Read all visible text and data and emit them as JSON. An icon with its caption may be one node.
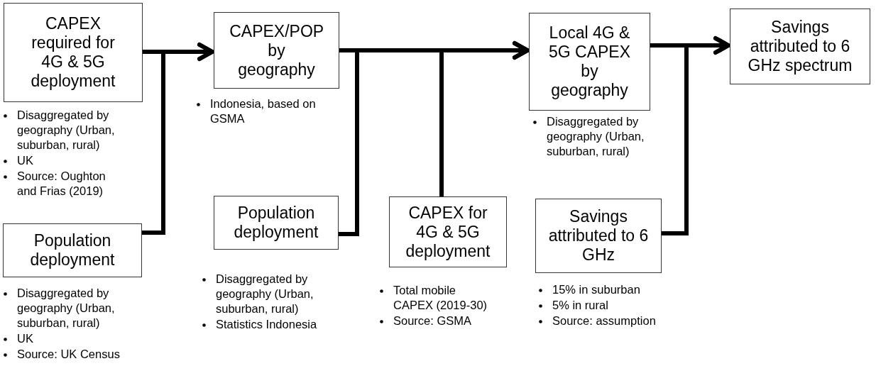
{
  "diagram": {
    "nodes": [
      {
        "text": [
          "CAPEX required for 4G & 5G deployment"
        ],
        "beside": [
          "Disaggregated by geography (Urban, suburban, rural)",
          "UK",
          "Source: Oughton and Frias (2019)"
        ]
      },
      {
        "text": [
          "Population deployment"
        ],
        "beside": [
          "Disaggregated by geography (Urban, suburban, rural)",
          "UK",
          "Source: UK Census"
        ]
      },
      {
        "text": [
          "CAPEX/POP by geography"
        ],
        "beside": [
          "Indonesia, based on GSMA"
        ]
      },
      {
        "text": [
          "Population deployment"
        ],
        "beside": [
          "Disaggregated by geography (Urban, suburban, rural)",
          "Statistics Indonesia"
        ]
      },
      {
        "text": [
          "CAPEX for 4G & 5G deployment"
        ],
        "beside": [
          "Total mobile CAPEX (2019-30)",
          "Source: GSMA"
        ]
      },
      {
        "text": [
          "Local 4G & 5G CAPEX by geography"
        ],
        "beside": [
          "Disaggregated by geography (Urban, suburban, rural)"
        ]
      },
      {
        "text": [
          "Savings attributed to 6 GHz"
        ],
        "beside": [
          "15% in suburban",
          "5% in rural",
          "Source: assumption"
        ]
      },
      {
        "text": [
          "Savings attributed to 6 GHz spectrum"
        ]
      }
    ],
    "edges": [
      {
        "from": 0,
        "to": 2,
        "arrow": "to"
      },
      {
        "from": 1,
        "to": 2,
        "arrow": "to"
      },
      {
        "from": 2,
        "to": 5,
        "arrow": "to"
      },
      {
        "from": 3,
        "to": 5,
        "arrow": "to"
      },
      {
        "from": 4,
        "to": 5,
        "arrow": "to"
      },
      {
        "from": 5,
        "to": 7,
        "arrow": "to"
      },
      {
        "from": 6,
        "to": 7,
        "arrow": "to"
      }
    ]
  }
}
